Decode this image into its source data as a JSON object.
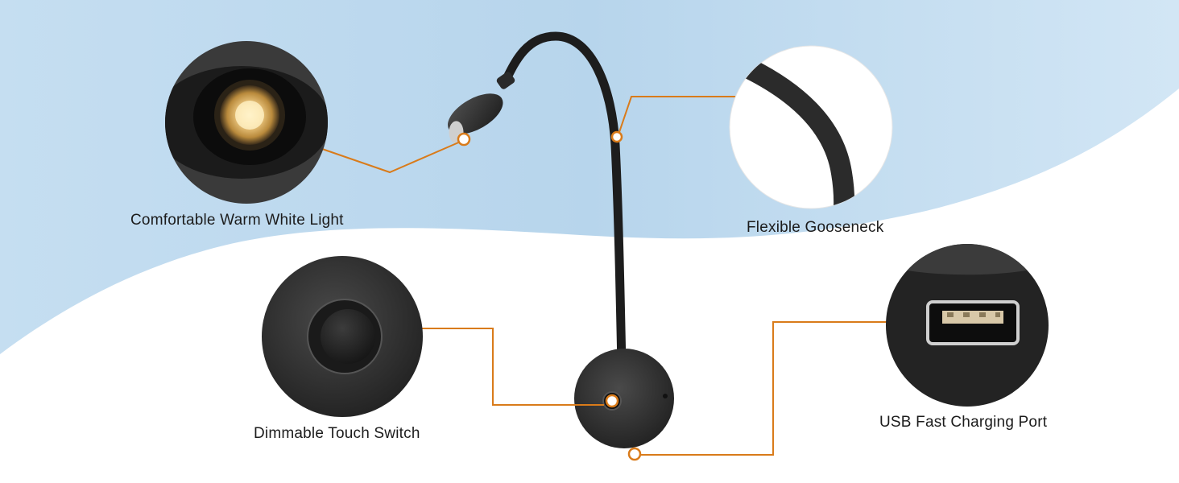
{
  "features": {
    "light": {
      "label": "Comfortable Warm White Light"
    },
    "goose": {
      "label": "Flexible Gooseneck"
    },
    "touch": {
      "label": "Dimmable Touch Switch"
    },
    "usb": {
      "label": "USB Fast Charging Port"
    }
  },
  "colors": {
    "sky": "#bcd9ee",
    "sky_light": "#d7e9f6",
    "accent_orange": "#d97b1a",
    "lamp_black": "#222222"
  }
}
